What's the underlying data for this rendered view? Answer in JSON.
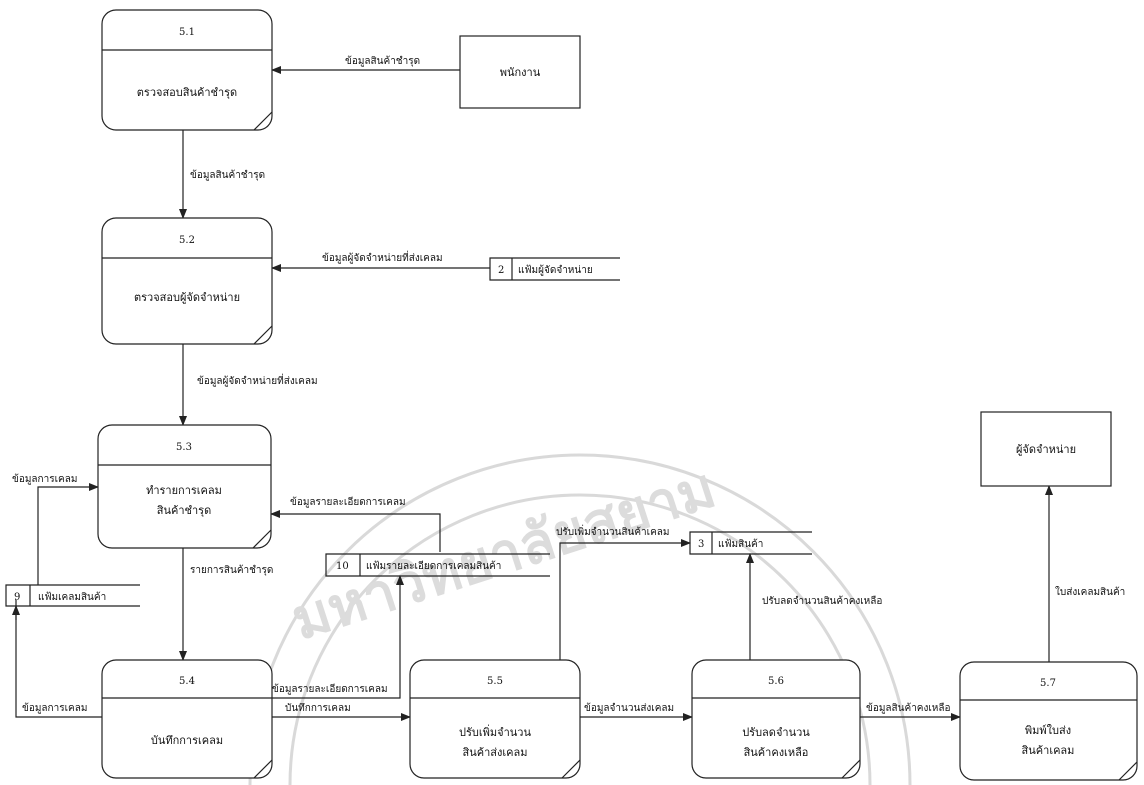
{
  "processes": [
    {
      "id": "5.1",
      "name_lines": [
        "ตรวจสอบสินค้าชำรุด"
      ]
    },
    {
      "id": "5.2",
      "name_lines": [
        "ตรวจสอบผู้จัดจำหน่าย"
      ]
    },
    {
      "id": "5.3",
      "name_lines": [
        "ทำรายการเคลม",
        "สินค้าชำรุด"
      ]
    },
    {
      "id": "5.4",
      "name_lines": [
        "บันทึกการเคลม"
      ]
    },
    {
      "id": "5.5",
      "name_lines": [
        "ปรับเพิ่มจำนวน",
        "สินค้าส่งเคลม"
      ]
    },
    {
      "id": "5.6",
      "name_lines": [
        "ปรับลดจำนวน",
        "สินค้าคงเหลือ"
      ]
    },
    {
      "id": "5.7",
      "name_lines": [
        "พิมพ์ใบส่ง",
        "สินค้าเคลม"
      ]
    }
  ],
  "entities": [
    {
      "name": "พนักงาน"
    },
    {
      "name": "ผู้จัดจำหน่าย"
    }
  ],
  "stores": [
    {
      "num": "2",
      "name": "แฟ้มผู้จัดจำหน่าย"
    },
    {
      "num": "9",
      "name": "แฟ้มเคลมสินค้า"
    },
    {
      "num": "10",
      "name": "แฟ้มรายละเอียดการเคลมสินค้า"
    },
    {
      "num": "3",
      "name": "แฟ้มสินค้า"
    }
  ],
  "flows": [
    "ข้อมูลสินค้าชำรุด",
    "ข้อมูลสินค้าชำรุด",
    "ข้อมูลผู้จัดจำหน่ายที่ส่งเคลม",
    "ข้อมูลผู้จัดจำหน่ายที่ส่งเคลม",
    "ข้อมูลการเคลม",
    "ข้อมูลรายละเอียดการเคลม",
    "รายการสินค้าชำรุด",
    "ข้อมูลการเคลม",
    "ข้อมูลรายละเอียดการเคลม",
    "บันทึกการเคลม",
    "ปรับเพิ่มจำนวนสินค้าเคลม",
    "ข้อมูลจำนวนส่งเคลม",
    "ปรับลดจำนวนสินค้าคงเหลือ",
    "ข้อมูลสินค้าคงเหลือ",
    "ใบส่งเคลมสินค้า"
  ]
}
